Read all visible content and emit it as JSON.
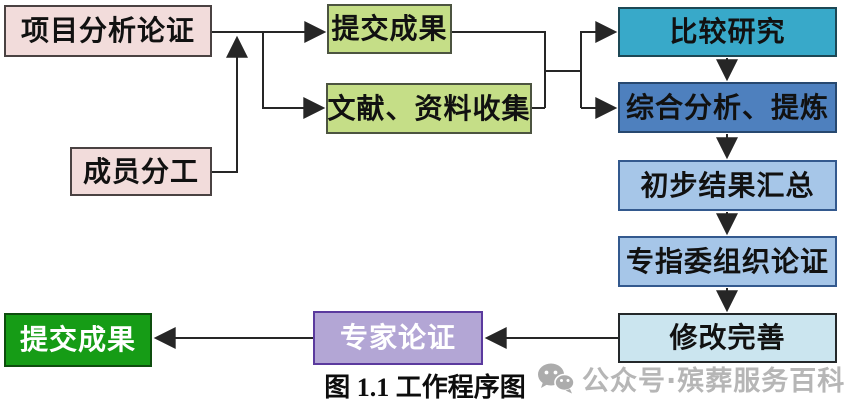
{
  "figure": {
    "caption": "图 1.1 工作程序图"
  },
  "watermark": {
    "icon": "wechat-icon",
    "text": "公众号·殡葬服务百科"
  },
  "nodes": [
    {
      "id": "project-analysis",
      "label": "项目分析论证",
      "color": "#F2DCDB"
    },
    {
      "id": "member-division",
      "label": "成员分工",
      "color": "#F2DCDB"
    },
    {
      "id": "submit-results",
      "label": "提交成果",
      "color": "#C5DE87"
    },
    {
      "id": "literature-collection",
      "label": "文献、资料收集",
      "color": "#C5DE87"
    },
    {
      "id": "comparative-research",
      "label": "比较研究",
      "color": "#38A9C9"
    },
    {
      "id": "analysis-refine",
      "label": "综合分析、提炼",
      "color": "#4E80BE"
    },
    {
      "id": "preliminary-summary",
      "label": "初步结果汇总",
      "color": "#A6C6E8"
    },
    {
      "id": "committee-review",
      "label": "专指委组织论证",
      "color": "#A6C6E8"
    },
    {
      "id": "revision",
      "label": "修改完善",
      "color": "#CBE5EF"
    },
    {
      "id": "expert-review",
      "label": "专家论证",
      "color": "#B3A6D5"
    },
    {
      "id": "final-submission",
      "label": "提交成果",
      "color": "#169C16"
    }
  ],
  "edges": [
    {
      "from": "member-division",
      "to": "project-analysis-flow-line"
    },
    {
      "from": "project-analysis",
      "to": "submit-results"
    },
    {
      "from": "project-analysis",
      "to": "literature-collection"
    },
    {
      "from": "submit-results",
      "to": "comparative-research"
    },
    {
      "from": "submit-results",
      "to": "analysis-refine"
    },
    {
      "from": "literature-collection",
      "to": "comparative-research"
    },
    {
      "from": "literature-collection",
      "to": "analysis-refine"
    },
    {
      "from": "comparative-research",
      "to": "analysis-refine"
    },
    {
      "from": "analysis-refine",
      "to": "preliminary-summary"
    },
    {
      "from": "preliminary-summary",
      "to": "committee-review"
    },
    {
      "from": "committee-review",
      "to": "revision"
    },
    {
      "from": "revision",
      "to": "expert-review"
    },
    {
      "from": "expert-review",
      "to": "final-submission"
    }
  ],
  "colors": {
    "pink": "#F2DCDB",
    "yellow_green": "#C5DE87",
    "teal": "#38A9C9",
    "blue": "#4E80BE",
    "light_blue": "#A6C6E8",
    "pale_blue": "#CBE5EF",
    "lavender": "#B3A6D5",
    "lavender_border": "#5B3A9E",
    "green": "#169C16",
    "arrow": "#262626",
    "watermark_gray": "#B6B6B6"
  }
}
